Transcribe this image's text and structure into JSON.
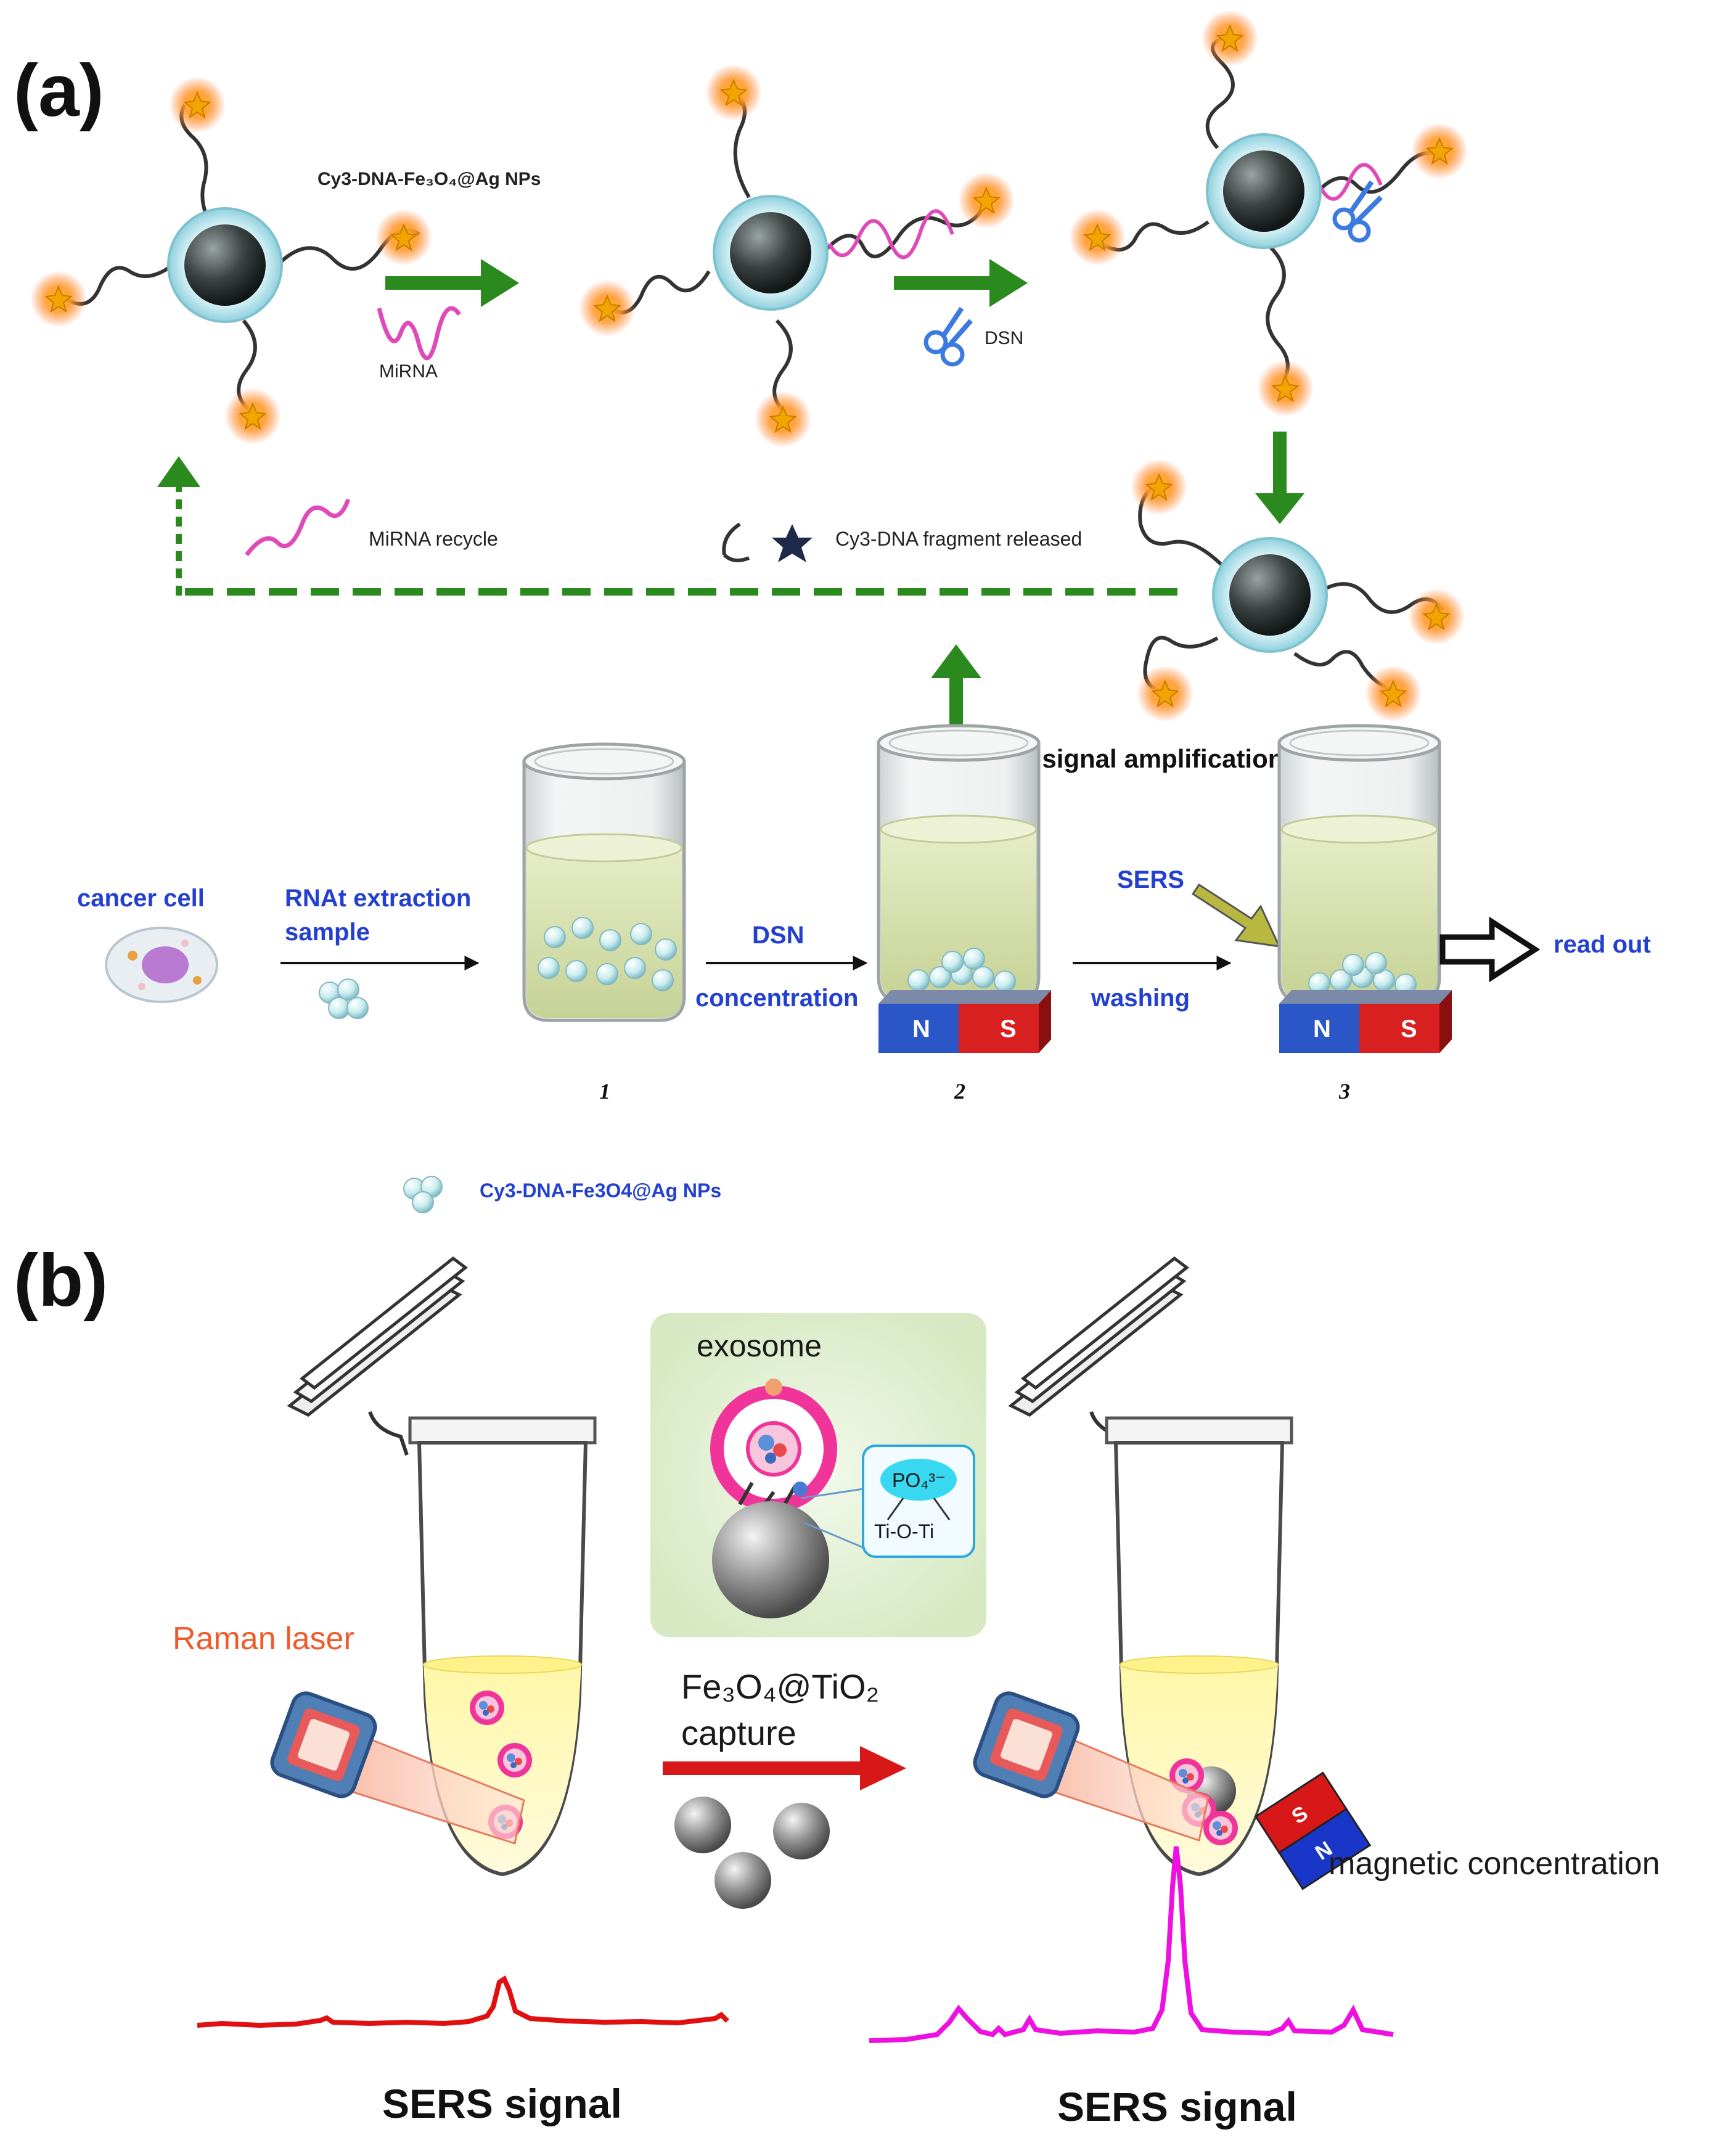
{
  "panel_a": {
    "label": "(a)",
    "np_label": "Cy3-DNA-Fe₃O₄@Ag NPs",
    "mirna_label": "MiRNA",
    "dsn_enzyme_label": "DSN",
    "mirna_recycle_label": "MiRNA  recycle",
    "fragment_released_label": "Cy3-DNA fragment released",
    "amplification_label": "DSN signal amplification",
    "cancer_cell_label": "cancer cell",
    "extraction_label_line1": "RNAt extraction",
    "extraction_label_line2": "sample",
    "dsn_step_label": "DSN",
    "concentration_label": "concentration",
    "washing_label": "washing",
    "sers_label": "SERS",
    "read_out_label": "read out",
    "beaker_numbers": [
      "1",
      "2",
      "3"
    ],
    "magnet_north": "N",
    "magnet_south": "S",
    "legend_label": "Cy3-DNA-Fe3O4@Ag NPs"
  },
  "panel_b": {
    "label": "(b)",
    "exosome_label": "exosome",
    "po4_label": "PO₄³⁻",
    "tioti_label": "Ti-O-Ti",
    "raman_laser_label": "Raman laser",
    "capture_line1": "Fe₃O₄@TiO₂",
    "capture_line2": "capture",
    "magnetic_concentration_label": "magnetic concentration",
    "sers_signal_left": "SERS signal",
    "sers_signal_right": "SERS signal",
    "magnet_s": "S",
    "magnet_n": "N"
  },
  "colors": {
    "arrow_green": "#2a8a1e",
    "label_blue": "#2340d0",
    "dna_pink": "#e04ab8",
    "signal_red": "#e01010",
    "signal_magenta": "#ee10e0",
    "raman_orange": "#f05a28",
    "capture_arrow": "#d81818",
    "exosome_bg": "#e6f2d8"
  }
}
